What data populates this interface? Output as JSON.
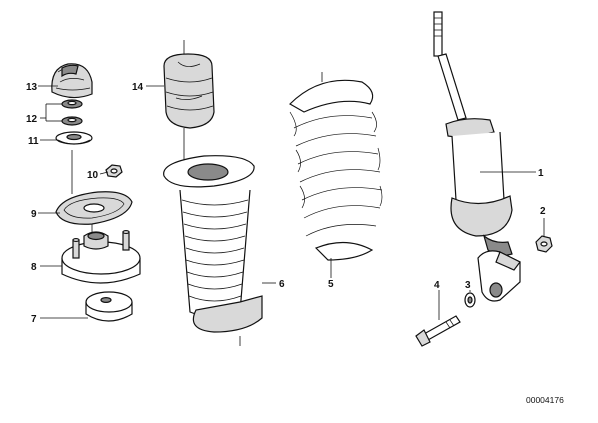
{
  "diagram": {
    "callouts": [
      "1",
      "2",
      "3",
      "4",
      "5",
      "6",
      "7",
      "8",
      "9",
      "10",
      "11",
      "12",
      "13",
      "14"
    ],
    "document_number": "00004176"
  }
}
